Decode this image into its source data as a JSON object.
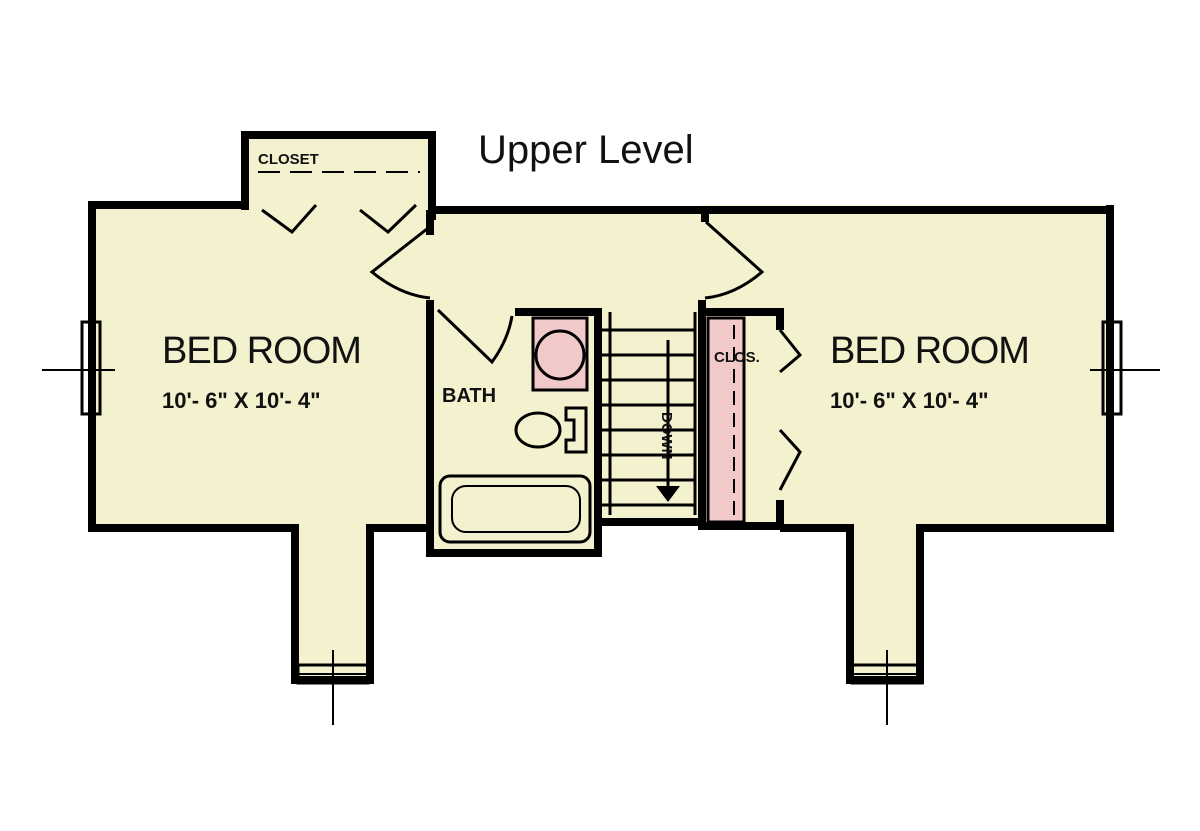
{
  "title": "Upper Level",
  "colors": {
    "floor": "#f4f1ce",
    "fixture": "#f2c9c9",
    "wall": "#000000"
  },
  "rooms": {
    "left_bedroom": {
      "name": "BED ROOM",
      "dimensions": "10'- 6\" X 10'- 4\""
    },
    "right_bedroom": {
      "name": "BED ROOM",
      "dimensions": "10'- 6\" X 10'- 4\""
    },
    "closet": {
      "name": "CLOSET"
    },
    "bath": {
      "name": "BATH"
    },
    "clos": {
      "name": "CLOS."
    },
    "stairs": {
      "label": "DOWN"
    }
  }
}
